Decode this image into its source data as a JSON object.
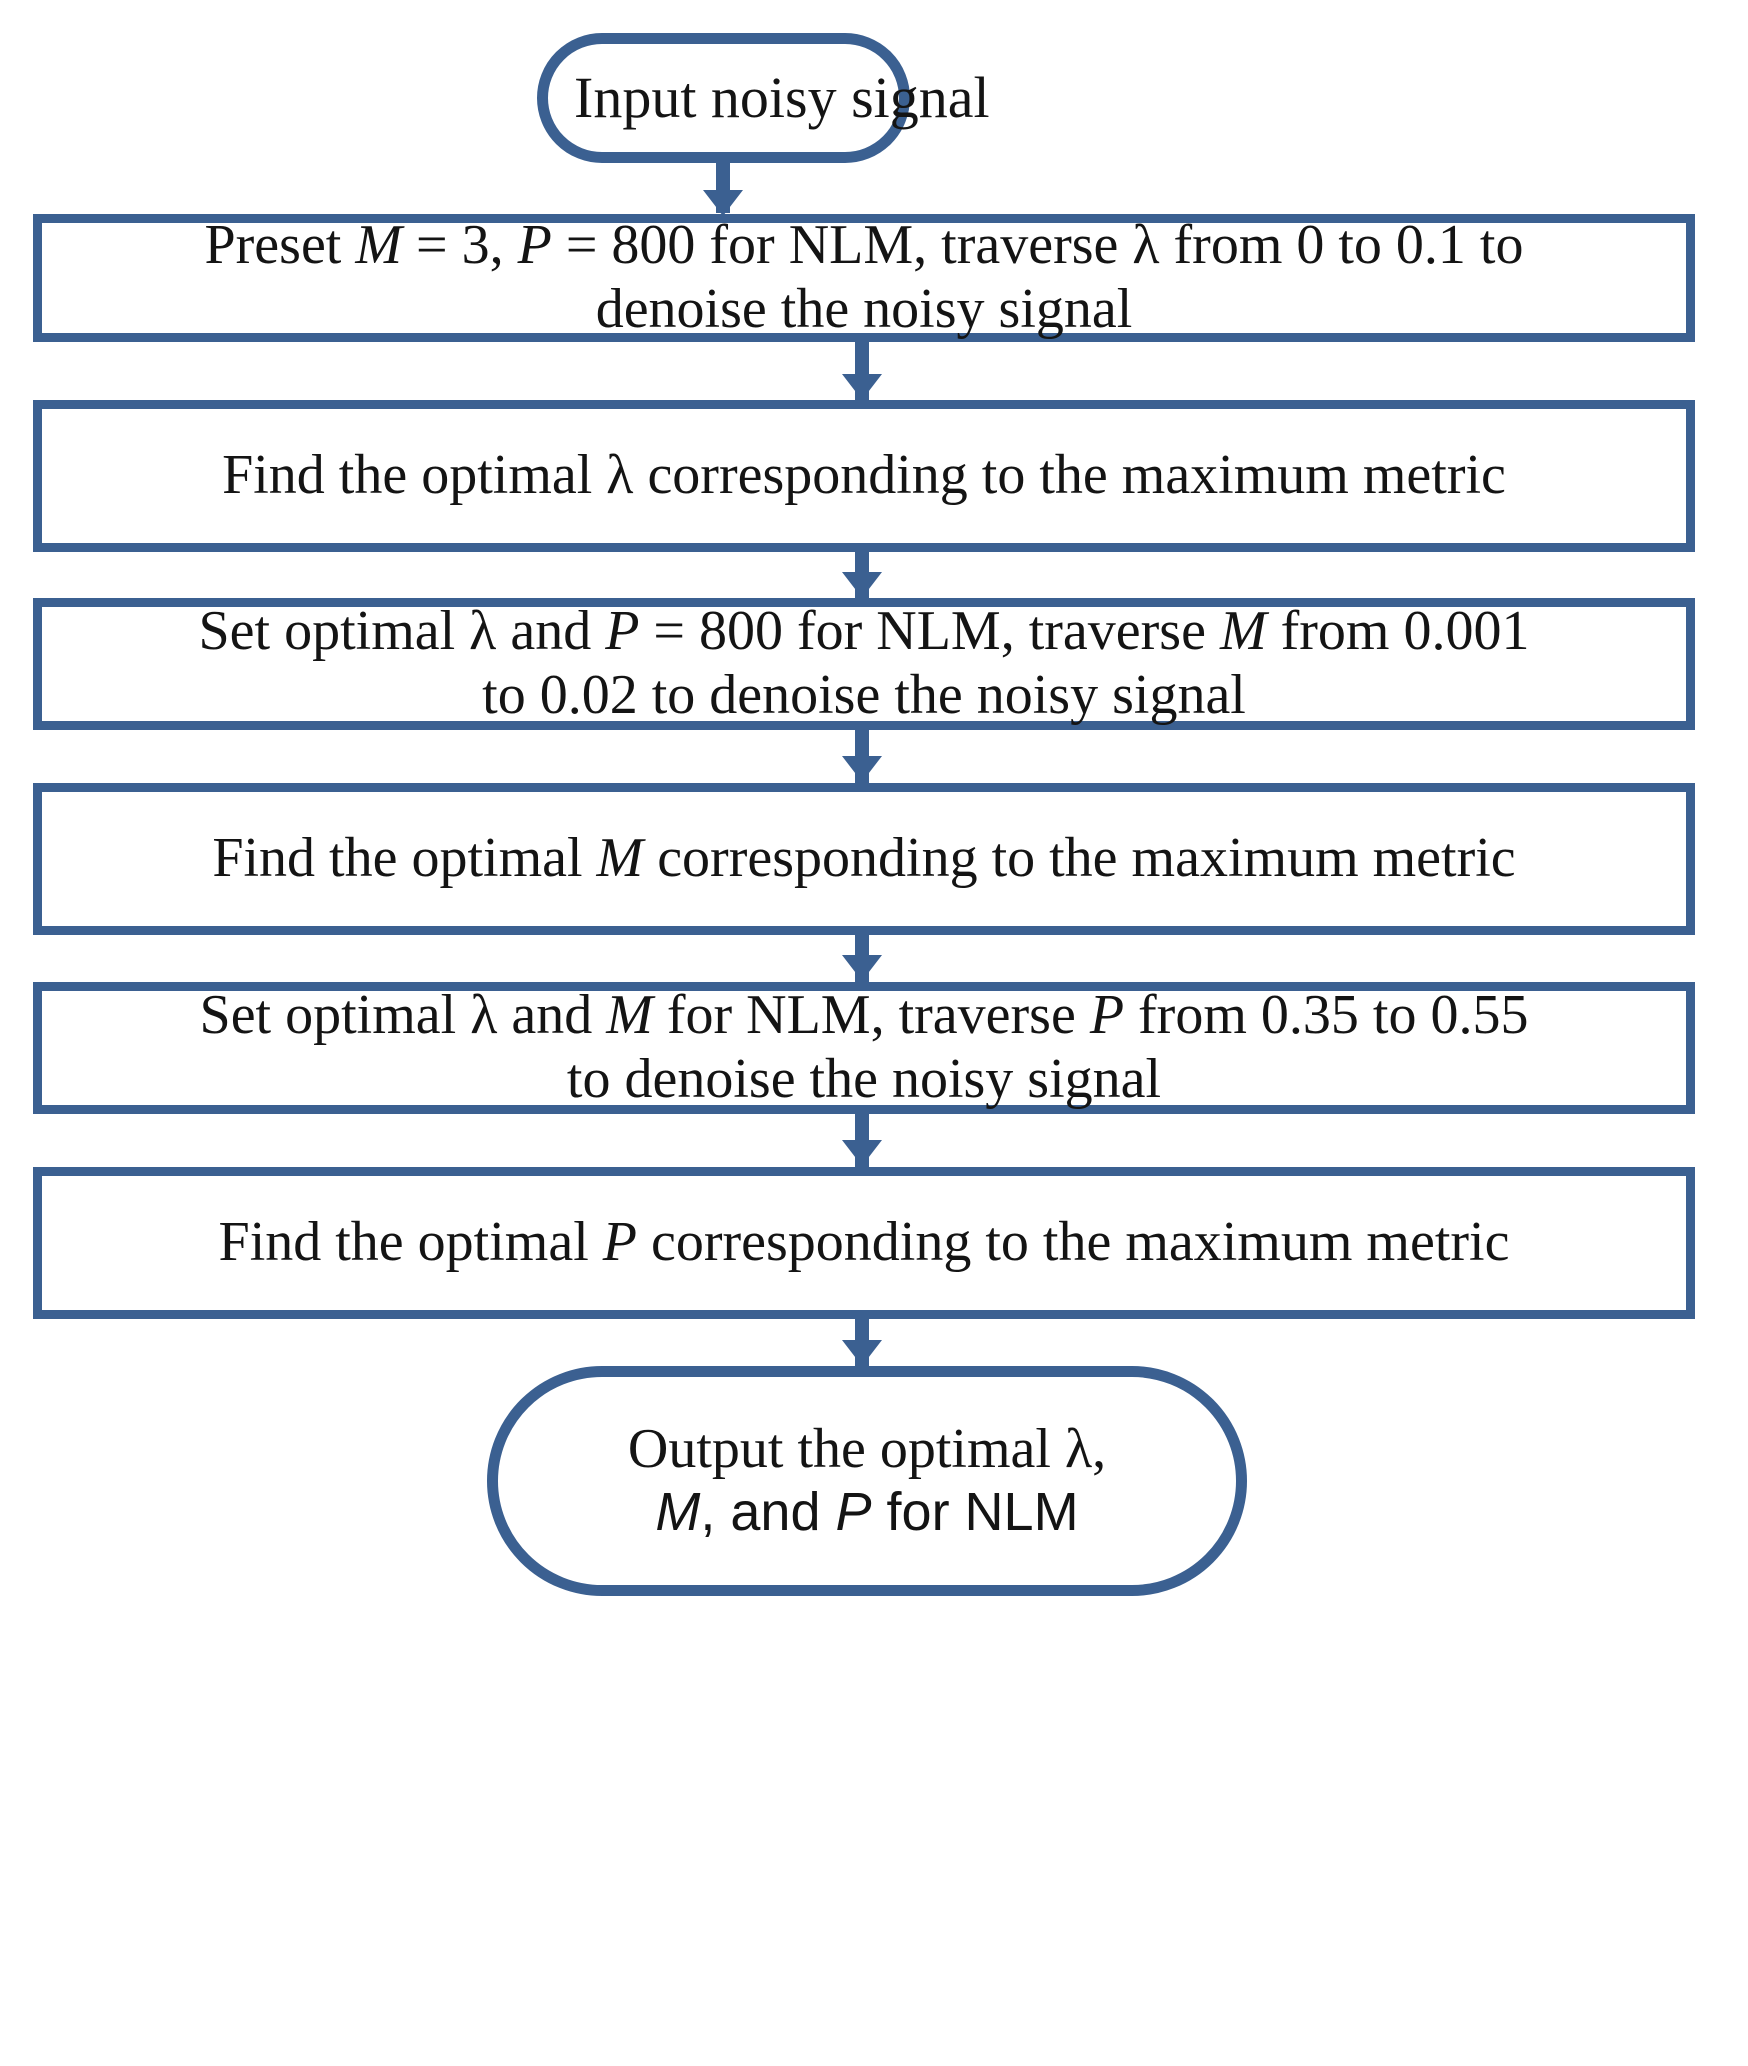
{
  "diagram": {
    "title": "NLM parameter optimization flowchart",
    "accent_color": "#3b6091",
    "text_color": "#141414",
    "background_color": "#ffffff",
    "nodes": [
      {
        "id": "input",
        "shape": "terminator",
        "lines": [
          "Input noisy signal"
        ]
      },
      {
        "id": "preset-lambda",
        "shape": "process",
        "lines": [
          "Preset M = 3, P = 800 for NLM, traverse λ from 0 to 0.1 to",
          "denoise the noisy signal"
        ]
      },
      {
        "id": "find-lambda",
        "shape": "process",
        "lines": [
          "Find the optimal λ corresponding to the maximum metric"
        ]
      },
      {
        "id": "set-lambda-traverse-m",
        "shape": "process",
        "lines": [
          "Set optimal λ and P = 800 for NLM, traverse M from 0.001",
          "to 0.02 to denoise the noisy signal"
        ]
      },
      {
        "id": "find-m",
        "shape": "process",
        "lines": [
          "Find the optimal M corresponding to the maximum metric"
        ]
      },
      {
        "id": "set-lambda-m-traverse-p",
        "shape": "process",
        "lines": [
          "Set optimal λ and M for NLM, traverse P from 0.35 to 0.55",
          "to denoise the noisy signal"
        ]
      },
      {
        "id": "find-p",
        "shape": "process",
        "lines": [
          "Find the optimal P corresponding to the maximum metric"
        ]
      },
      {
        "id": "output",
        "shape": "terminator",
        "lines": [
          "Output the optimal λ,",
          "M, and P for NLM"
        ]
      }
    ],
    "edges": [
      {
        "from": "input",
        "to": "preset-lambda"
      },
      {
        "from": "preset-lambda",
        "to": "find-lambda"
      },
      {
        "from": "find-lambda",
        "to": "set-lambda-traverse-m"
      },
      {
        "from": "set-lambda-traverse-m",
        "to": "find-m"
      },
      {
        "from": "find-m",
        "to": "set-lambda-m-traverse-p"
      },
      {
        "from": "set-lambda-m-traverse-p",
        "to": "find-p"
      },
      {
        "from": "find-p",
        "to": "output"
      }
    ]
  }
}
